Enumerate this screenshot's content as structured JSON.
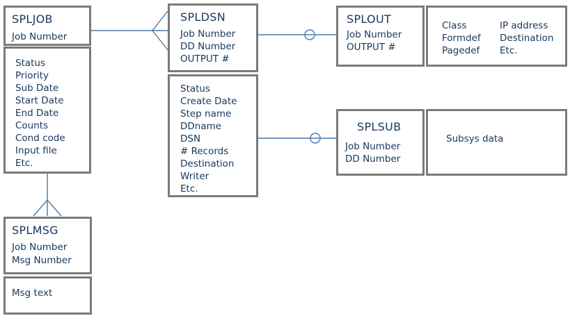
{
  "colors": {
    "box_border": "#7a7a7a",
    "entity_text": "#17365d",
    "connector_line": "#4878a8",
    "optional_circle": "#4f81bd",
    "background": "#ffffff"
  },
  "entities": {
    "spljob": {
      "title": "SPLJOB",
      "keys": [
        "Job Number"
      ],
      "attributes": [
        "Status",
        "Priority",
        "Sub Date",
        "Start Date",
        "End Date",
        "Counts",
        "Cond code",
        "Input file",
        "Etc."
      ]
    },
    "spldsn": {
      "title": "SPLDSN",
      "keys": [
        "Job Number",
        "DD Number",
        "OUTPUT #"
      ],
      "attributes": [
        "Status",
        "Create Date",
        "Step name",
        "DDname",
        "DSN",
        "# Records",
        "Destination",
        "Writer",
        "Etc."
      ]
    },
    "splout": {
      "title": "SPLOUT",
      "keys": [
        "Job Number",
        "OUTPUT #"
      ],
      "attributes_col1": [
        "Class",
        "Formdef",
        "Pagedef"
      ],
      "attributes_col2": [
        "IP address",
        "Destination",
        "Etc."
      ]
    },
    "splsub": {
      "title": "SPLSUB",
      "keys": [
        "Job Number",
        "DD Number"
      ],
      "attributes": [
        "Subsys data"
      ]
    },
    "splmsg": {
      "title": "SPLMSG",
      "keys": [
        "Job Number",
        "Msg Number"
      ],
      "attributes": [
        "Msg text"
      ]
    }
  },
  "relationships": [
    {
      "from": "SPLJOB",
      "to": "SPLDSN",
      "notation": "crow-foot-many-at-spldsn"
    },
    {
      "from": "SPLDSN",
      "to": "SPLOUT",
      "notation": "circle-optional-at-splout"
    },
    {
      "from": "SPLDSN",
      "to": "SPLSUB",
      "notation": "circle-optional-at-splsub"
    },
    {
      "from": "SPLJOB",
      "to": "SPLMSG",
      "notation": "crow-foot-many-at-splmsg"
    }
  ]
}
